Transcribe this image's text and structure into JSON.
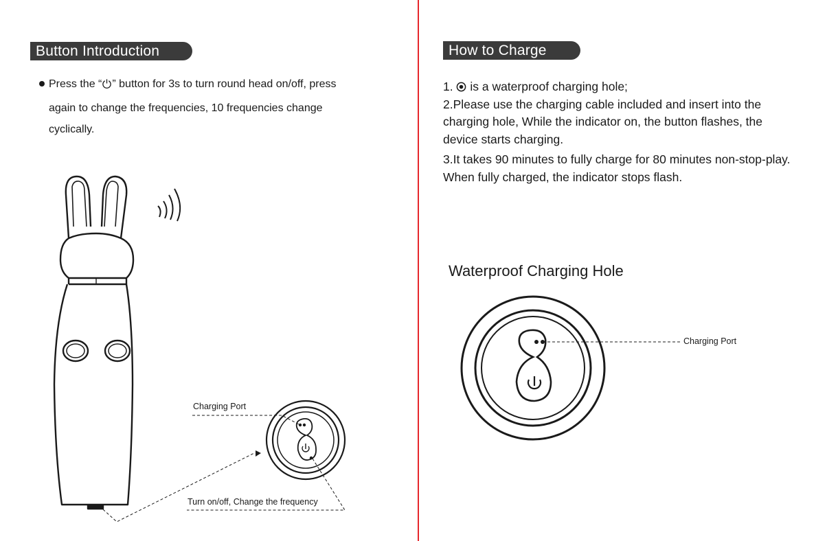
{
  "left": {
    "title": "Button Introduction",
    "bullet_pre": "Press  the",
    "bullet_post": "button  for 3s to turn round head on/off, press",
    "line2": "again to change the frequencies, 10 frequencies change",
    "line3": "cyclically.",
    "label_port": "Charging Port",
    "label_button": "Turn on/off, Change the frequency"
  },
  "right": {
    "title": "How to Charge",
    "step1_pre": "1.",
    "step1_post": " is a waterproof charging hole;",
    "step2_l1": "2.Please use the charging cable included and insert into the",
    "step2_l2": "charging hole, While the indicator on, the button flashes, the",
    "step2_l3": "device starts charging.",
    "step3_l1": "3.It takes 90 minutes to fully charge for 80 minutes non-stop-play.",
    "step3_l2": "When fully charged, the indicator stops flash.",
    "diagram_title": "Waterproof Charging Hole",
    "label_port": "Charging Port"
  },
  "colors": {
    "divider": "#e6262b",
    "pill": "#3b3b3b"
  }
}
